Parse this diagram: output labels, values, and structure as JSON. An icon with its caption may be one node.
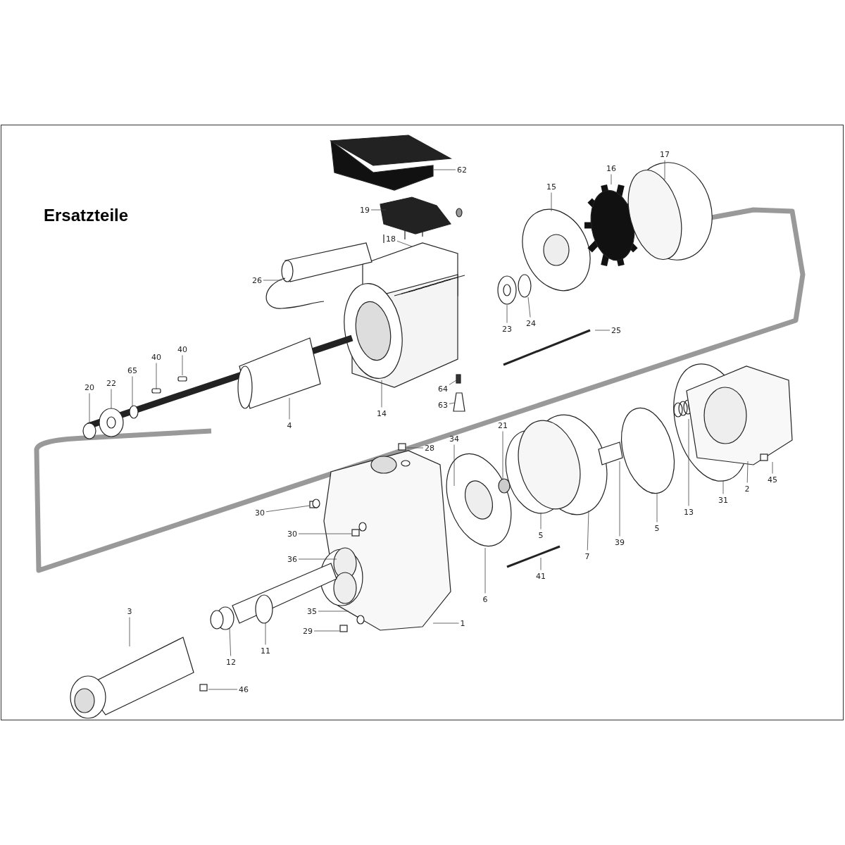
{
  "diagram": {
    "title": "Ersatzteile",
    "nodes": [
      {
        "text": [
          "62"
        ]
      },
      {
        "text": [
          "19"
        ]
      },
      {
        "text": [
          "18"
        ]
      },
      {
        "text": [
          "17"
        ]
      },
      {
        "text": [
          "16"
        ]
      },
      {
        "text": [
          "15"
        ]
      },
      {
        "text": [
          "26"
        ]
      },
      {
        "text": [
          "23"
        ]
      },
      {
        "text": [
          "24"
        ]
      },
      {
        "text": [
          "25"
        ]
      },
      {
        "text": [
          "40"
        ]
      },
      {
        "text": [
          "40"
        ]
      },
      {
        "text": [
          "65"
        ]
      },
      {
        "text": [
          "20"
        ]
      },
      {
        "text": [
          "22"
        ]
      },
      {
        "text": [
          "4"
        ]
      },
      {
        "text": [
          "14"
        ]
      },
      {
        "text": [
          "64"
        ]
      },
      {
        "text": [
          "63"
        ]
      },
      {
        "text": [
          "21"
        ]
      },
      {
        "text": [
          "28"
        ]
      },
      {
        "text": [
          "34"
        ]
      },
      {
        "text": [
          "30"
        ]
      },
      {
        "text": [
          "30"
        ]
      },
      {
        "text": [
          "36"
        ]
      },
      {
        "text": [
          "35"
        ]
      },
      {
        "text": [
          "29"
        ]
      },
      {
        "text": [
          "12"
        ]
      },
      {
        "text": [
          "11"
        ]
      },
      {
        "text": [
          "3"
        ]
      },
      {
        "text": [
          "46"
        ]
      },
      {
        "text": [
          "1"
        ]
      },
      {
        "text": [
          "6"
        ]
      },
      {
        "text": [
          "41"
        ]
      },
      {
        "text": [
          "7"
        ]
      },
      {
        "text": [
          "5"
        ]
      },
      {
        "text": [
          "39"
        ]
      },
      {
        "text": [
          "5"
        ]
      },
      {
        "text": [
          "13"
        ]
      },
      {
        "text": [
          "31"
        ]
      },
      {
        "text": [
          "2"
        ]
      },
      {
        "text": [
          "45"
        ]
      }
    ],
    "edges": [
      {
        "from": 0,
        "to": null,
        "arrow": "none"
      },
      {
        "from": 1,
        "to": null,
        "arrow": "none"
      },
      {
        "from": 2,
        "to": null,
        "arrow": "none"
      },
      {
        "from": 3,
        "to": null,
        "arrow": "none"
      },
      {
        "from": 4,
        "to": null,
        "arrow": "none"
      },
      {
        "from": 5,
        "to": null,
        "arrow": "none"
      },
      {
        "from": 6,
        "to": null,
        "arrow": "none"
      },
      {
        "from": 7,
        "to": null,
        "arrow": "none"
      },
      {
        "from": 8,
        "to": null,
        "arrow": "none"
      },
      {
        "from": 9,
        "to": null,
        "arrow": "none"
      },
      {
        "from": 10,
        "to": null,
        "arrow": "none"
      },
      {
        "from": 11,
        "to": null,
        "arrow": "none"
      },
      {
        "from": 12,
        "to": null,
        "arrow": "none"
      },
      {
        "from": 13,
        "to": null,
        "arrow": "none"
      },
      {
        "from": 14,
        "to": null,
        "arrow": "none"
      },
      {
        "from": 15,
        "to": null,
        "arrow": "none"
      },
      {
        "from": 16,
        "to": null,
        "arrow": "none"
      },
      {
        "from": 17,
        "to": null,
        "arrow": "none"
      },
      {
        "from": 18,
        "to": null,
        "arrow": "none"
      },
      {
        "from": 19,
        "to": null,
        "arrow": "none"
      },
      {
        "from": 20,
        "to": null,
        "arrow": "none"
      },
      {
        "from": 21,
        "to": null,
        "arrow": "none"
      },
      {
        "from": 22,
        "to": null,
        "arrow": "none"
      },
      {
        "from": 23,
        "to": null,
        "arrow": "none"
      },
      {
        "from": 24,
        "to": null,
        "arrow": "none"
      },
      {
        "from": 25,
        "to": null,
        "arrow": "none"
      },
      {
        "from": 26,
        "to": null,
        "arrow": "none"
      },
      {
        "from": 27,
        "to": null,
        "arrow": "none"
      },
      {
        "from": 28,
        "to": null,
        "arrow": "none"
      },
      {
        "from": 29,
        "to": null,
        "arrow": "none"
      },
      {
        "from": 30,
        "to": null,
        "arrow": "none"
      },
      {
        "from": 31,
        "to": null,
        "arrow": "none"
      },
      {
        "from": 32,
        "to": null,
        "arrow": "none"
      },
      {
        "from": 33,
        "to": null,
        "arrow": "none"
      },
      {
        "from": 34,
        "to": null,
        "arrow": "none"
      },
      {
        "from": 35,
        "to": null,
        "arrow": "none"
      },
      {
        "from": 36,
        "to": null,
        "arrow": "none"
      },
      {
        "from": 37,
        "to": null,
        "arrow": "none"
      },
      {
        "from": 38,
        "to": null,
        "arrow": "none"
      },
      {
        "from": 39,
        "to": null,
        "arrow": "none"
      },
      {
        "from": 40,
        "to": null,
        "arrow": "none"
      },
      {
        "from": 41,
        "to": null,
        "arrow": "none"
      }
    ]
  }
}
